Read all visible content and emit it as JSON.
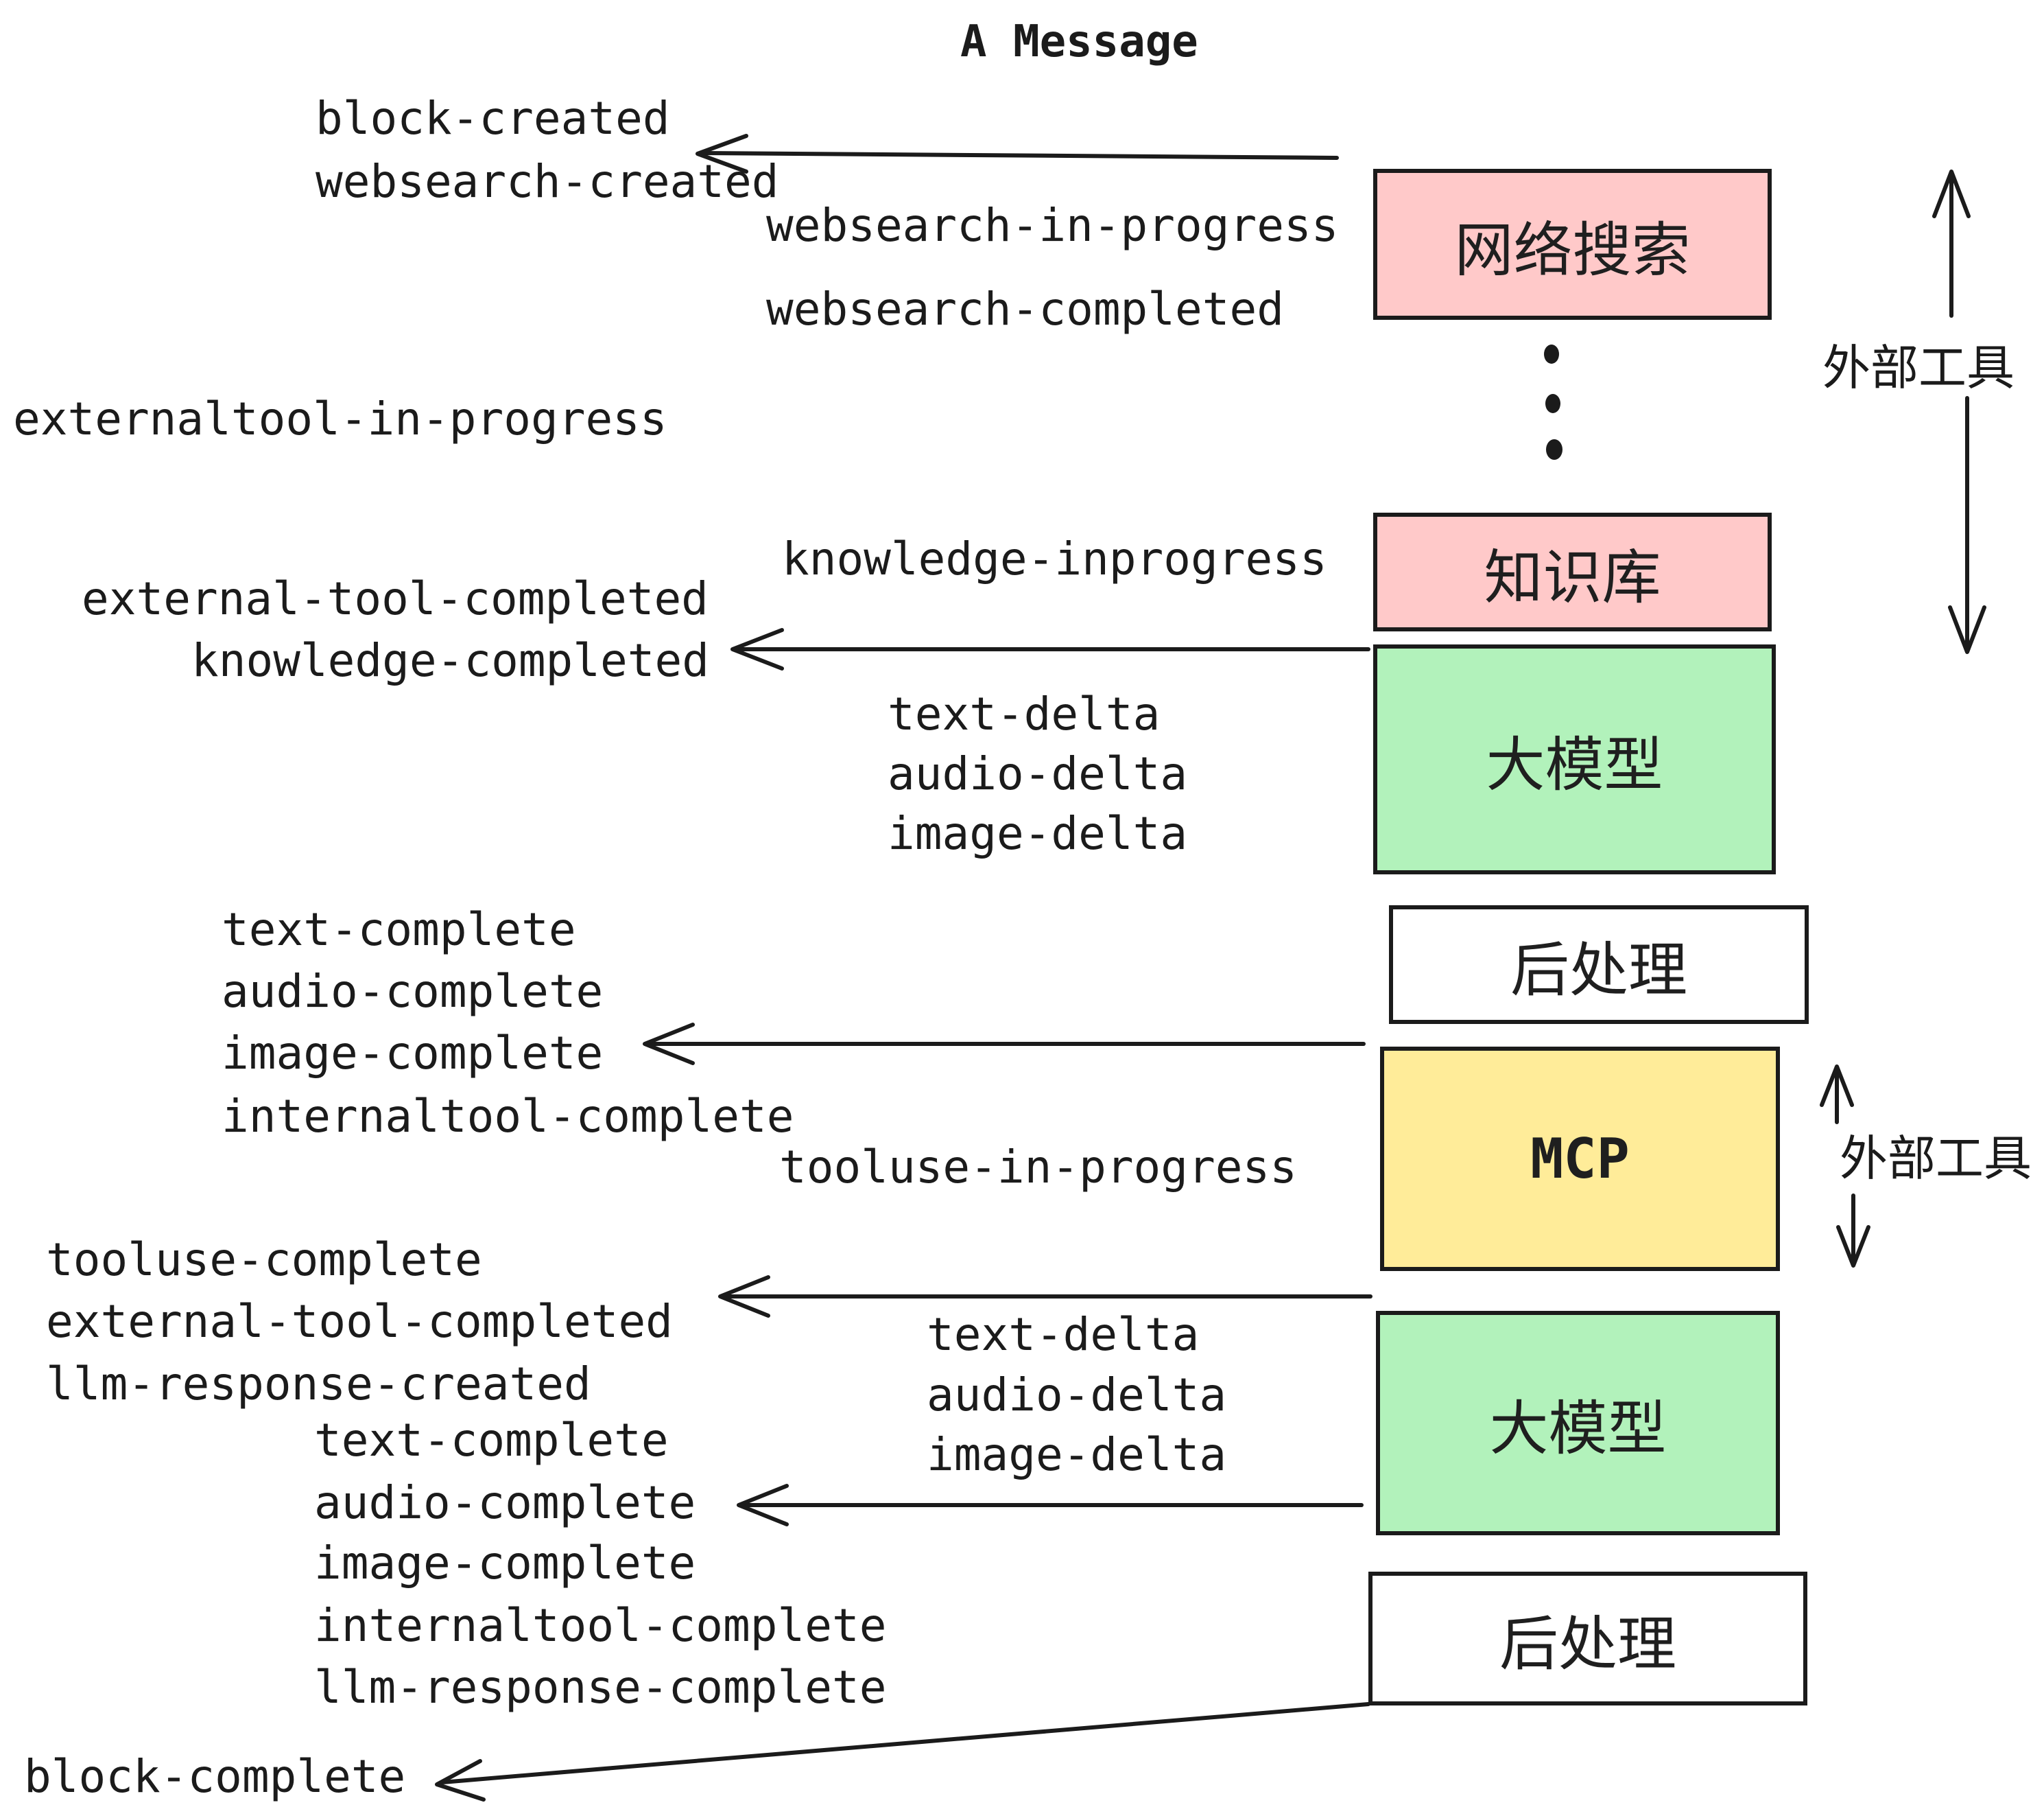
{
  "header": {
    "title": "A Message"
  },
  "colors": {
    "pink": "#ffc9c9",
    "green": "#b2f2bb",
    "yellow": "#ffec99",
    "white": "#ffffff",
    "ink": "#1b1b1b"
  },
  "boxes": {
    "websearch": {
      "label": "网络搜索",
      "color": "#ffc9c9"
    },
    "knowledge": {
      "label": "知识库",
      "color": "#ffc9c9"
    },
    "llm1": {
      "label": "大模型",
      "color": "#b2f2bb"
    },
    "post1": {
      "label": "后处理",
      "color": "#ffffff"
    },
    "mcp": {
      "label": "MCP",
      "color": "#ffec99"
    },
    "llm2": {
      "label": "大模型",
      "color": "#b2f2bb"
    },
    "post2": {
      "label": "后处理",
      "color": "#ffffff"
    }
  },
  "side_labels": {
    "external_tools_1": "外部工具",
    "external_tools_2": "外部工具"
  },
  "events": {
    "block_created": "block-created",
    "websearch_created": "websearch-created",
    "websearch_in_progress": "websearch-in-progress",
    "websearch_completed": "websearch-completed",
    "externaltool_in_progress": "externaltool-in-progress",
    "knowledge_inprogress": "knowledge-inprogress",
    "external_tool_completed": "external-tool-completed",
    "knowledge_completed": "knowledge-completed",
    "text_delta": "text-delta",
    "audio_delta": "audio-delta",
    "image_delta": "image-delta",
    "text_complete": "text-complete",
    "audio_complete": "audio-complete",
    "image_complete": "image-complete",
    "internaltool_complete": "internaltool-complete",
    "tooluse_in_progress": "tooluse-in-progress",
    "tooluse_complete": "tooluse-complete",
    "llm_response_created": "llm-response-created",
    "llm_response_complete": "llm-response-complete",
    "block_complete": "block-complete"
  }
}
